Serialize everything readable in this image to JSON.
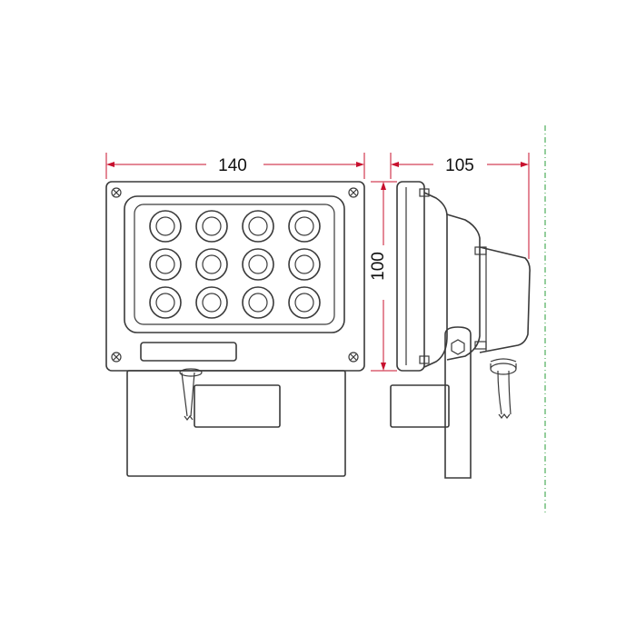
{
  "dimensions": {
    "width": "140",
    "height": "100",
    "depth": "105"
  },
  "colors": {
    "dimension": "#c8102e",
    "outline": "#3a3a3a",
    "centerline": "#2a9d3a"
  }
}
